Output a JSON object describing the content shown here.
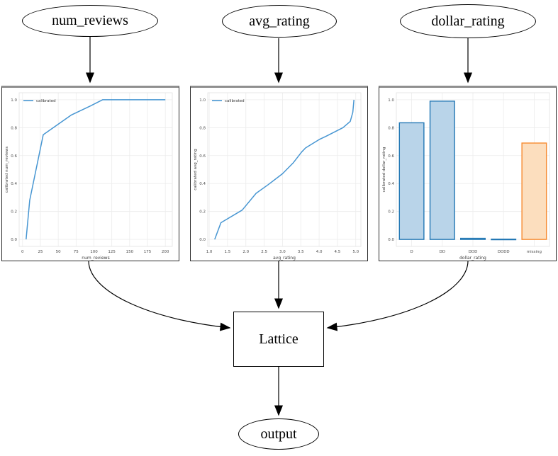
{
  "diagram": {
    "nodes": {
      "num_reviews": {
        "label": "num_reviews"
      },
      "avg_rating": {
        "label": "avg_rating"
      },
      "dollar_rating": {
        "label": "dollar_rating"
      },
      "lattice": {
        "label": "Lattice"
      },
      "output": {
        "label": "output"
      }
    }
  },
  "colors": {
    "edge_stroke": "#000000",
    "line_blue": "#4796d2",
    "bar_blue_fill": "#b9d4e9",
    "bar_blue_edge": "#2277b4",
    "bar_orange_fill": "#fcdebe",
    "bar_orange_edge": "#f78b31",
    "grid": "#ececec",
    "axis_frame": "#e2e2e2",
    "tick_text": "#4d4d4d",
    "label_text": "#3a3a3a"
  },
  "chart_data": [
    {
      "type": "line",
      "title": "",
      "xlabel": "num_reviews",
      "ylabel": "calibrated num_reviews",
      "legend": [
        {
          "label": "calibrated",
          "color": "#4796d2"
        }
      ],
      "xlim": [
        -4.75,
        209.75
      ],
      "ylim": [
        -0.05,
        1.05
      ],
      "xticks": [
        0,
        25,
        50,
        75,
        100,
        125,
        150,
        175,
        200
      ],
      "xtick_labels": [
        "0",
        "25",
        "50",
        "75",
        "100",
        "125",
        "150",
        "175",
        "200"
      ],
      "yticks": [
        0.0,
        0.2,
        0.4,
        0.6,
        0.8,
        1.0
      ],
      "ytick_labels": [
        "0.0",
        "0.2",
        "0.4",
        "0.6",
        "0.8",
        "1.0"
      ],
      "grid": true,
      "series": [
        {
          "name": "calibrated",
          "color": "#4796d2",
          "x": [
            5,
            10,
            29,
            68,
            95,
            112,
            200
          ],
          "y": [
            0.0,
            0.28,
            0.75,
            0.89,
            0.955,
            1.0,
            1.0
          ]
        }
      ]
    },
    {
      "type": "line",
      "title": "",
      "xlabel": "avg_rating",
      "ylabel": "calibrated avg_rating",
      "legend": [
        {
          "label": "calibrated",
          "color": "#4796d2"
        }
      ],
      "xlim": [
        0.96,
        5.14
      ],
      "ylim": [
        -0.05,
        1.05
      ],
      "xticks": [
        1.0,
        1.5,
        2.0,
        2.5,
        3.0,
        3.5,
        4.0,
        4.5,
        5.0
      ],
      "xtick_labels": [
        "1.0",
        "1.5",
        "2.0",
        "2.5",
        "3.0",
        "3.5",
        "4.0",
        "4.5",
        "5.0"
      ],
      "yticks": [
        0.0,
        0.2,
        0.4,
        0.6,
        0.8,
        1.0
      ],
      "ytick_labels": [
        "0.0",
        "0.2",
        "0.4",
        "0.6",
        "0.8",
        "1.0"
      ],
      "grid": true,
      "series": [
        {
          "name": "calibrated",
          "color": "#4796d2",
          "x": [
            1.15,
            1.32,
            1.9,
            2.28,
            2.6,
            3.0,
            3.3,
            3.52,
            3.63,
            4.0,
            4.2,
            4.65,
            4.85,
            4.92,
            4.95
          ],
          "y": [
            0.0,
            0.12,
            0.21,
            0.33,
            0.39,
            0.47,
            0.55,
            0.625,
            0.655,
            0.715,
            0.74,
            0.8,
            0.845,
            0.91,
            1.0
          ]
        }
      ]
    },
    {
      "type": "bar",
      "title": "",
      "xlabel": "dollar_rating",
      "ylabel": "calibrated dollar_rating",
      "categories": [
        "D",
        "DD",
        "DDD",
        "DDDD",
        "missing"
      ],
      "values": [
        0.835,
        0.99,
        0.008,
        0.002,
        0.69
      ],
      "bar_fills": [
        "#b9d4e9",
        "#b9d4e9",
        "#b9d4e9",
        "#b9d4e9",
        "#fcdebe"
      ],
      "bar_edges": [
        "#2277b4",
        "#2277b4",
        "#2277b4",
        "#2277b4",
        "#f78b31"
      ],
      "ylim": [
        -0.05,
        1.05
      ],
      "yticks": [
        0.0,
        0.2,
        0.4,
        0.6,
        0.8,
        1.0
      ],
      "ytick_labels": [
        "0.0",
        "0.2",
        "0.4",
        "0.6",
        "0.8",
        "1.0"
      ],
      "grid": true
    }
  ]
}
